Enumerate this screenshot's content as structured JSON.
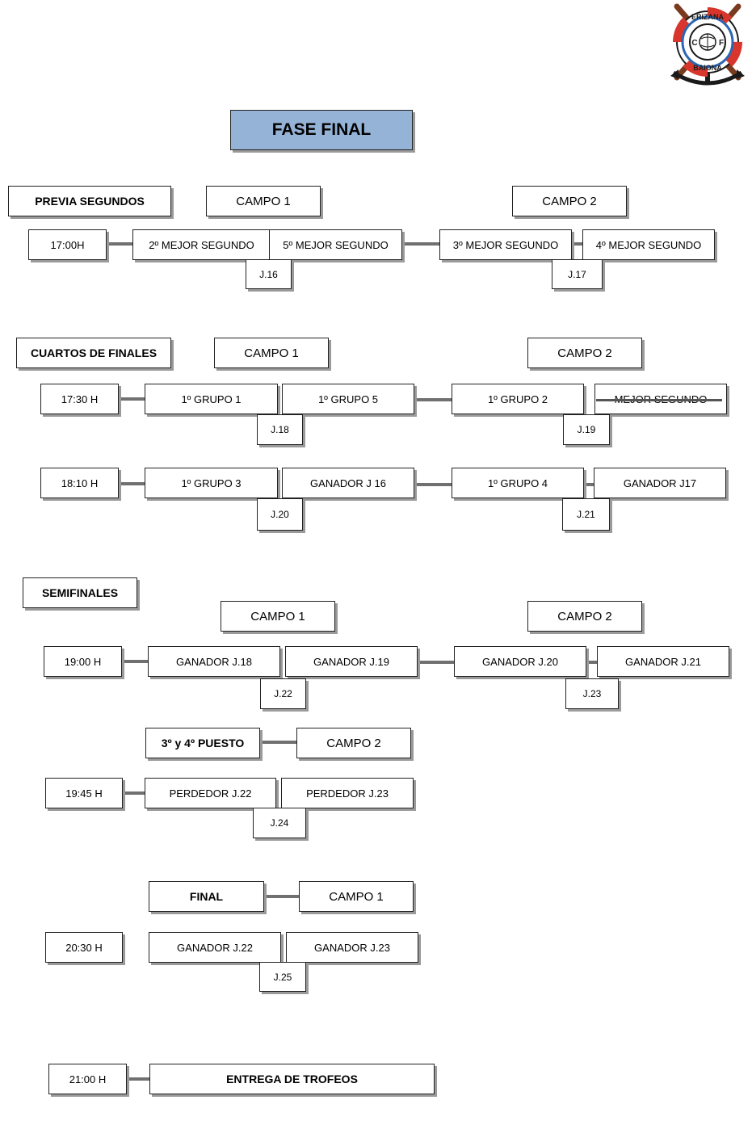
{
  "title": "FASE FINAL",
  "logo": {
    "top_text": "ERIZANA",
    "bottom_text": "BAIONA",
    "left_letter": "C",
    "right_letter": "F",
    "colors": {
      "red": "#d8362d",
      "blue": "#2b66b4",
      "brown": "#7a3a1e",
      "black": "#1a1a1a"
    }
  },
  "previa": {
    "label": "PREVIA SEGUNDOS",
    "campo1": "CAMPO 1",
    "campo2": "CAMPO 2",
    "time": "17:00H",
    "m1_team_a": "2º MEJOR SEGUNDO",
    "m1_team_b": "5º MEJOR SEGUNDO",
    "m1_code": "J.16",
    "m2_team_a": "3º MEJOR SEGUNDO",
    "m2_team_b": "4º MEJOR SEGUNDO",
    "m2_code": "J.17"
  },
  "cuartos": {
    "label": "CUARTOS DE FINALES",
    "campo1": "CAMPO 1",
    "campo2": "CAMPO 2",
    "r1_time": "17:30 H",
    "r1_m1_a": "1º GRUPO 1",
    "r1_m1_b": "1º GRUPO 5",
    "r1_m1_code": "J.18",
    "r1_m2_a": "1º GRUPO 2",
    "r1_m2_b": "MEJOR SEGUNDO",
    "r1_m2_code": "J.19",
    "r2_time": "18:10 H",
    "r2_m1_a": "1º GRUPO 3",
    "r2_m1_b": "GANADOR J 16",
    "r2_m1_code": "J.20",
    "r2_m2_a": "1º GRUPO 4",
    "r2_m2_b": "GANADOR J17",
    "r2_m2_code": "J.21"
  },
  "semis": {
    "label": "SEMIFINALES",
    "campo1": "CAMPO 1",
    "campo2": "CAMPO 2",
    "time": "19:00 H",
    "m1_a": "GANADOR J.18",
    "m1_b": "GANADOR J.19",
    "m1_code": "J.22",
    "m2_a": "GANADOR J.20",
    "m2_b": "GANADOR J.21",
    "m2_code": "J.23"
  },
  "tercero": {
    "label": "3º y 4º PUESTO",
    "campo": "CAMPO 2",
    "time": "19:45 H",
    "a": "PERDEDOR J.22",
    "b": "PERDEDOR J.23",
    "code": "J.24"
  },
  "final": {
    "label": "FINAL",
    "campo": "CAMPO 1",
    "time": "20:30 H",
    "a": "GANADOR J.22",
    "b": "GANADOR J.23",
    "code": "J.25"
  },
  "trofeos": {
    "time": "21:00 H",
    "label": "ENTREGA DE TROFEOS"
  }
}
